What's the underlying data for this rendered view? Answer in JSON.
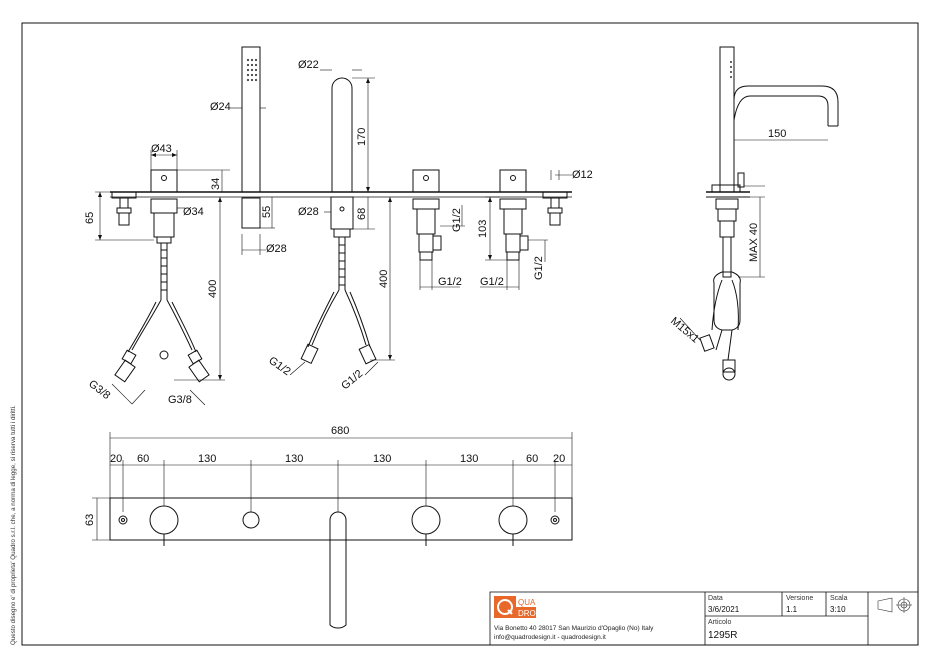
{
  "side_note": "Questo disegno e' di proprieta' Quadro s.r.l. che, a norma di legge, si riserva tutti i diritti.",
  "dimensions": {
    "d43": "Ø43",
    "d34": "Ø34",
    "h65": "65",
    "h34": "34",
    "h400a": "400",
    "g38a": "G3/8",
    "g38b": "G3/8",
    "d24": "Ø24",
    "h55": "55",
    "d28a": "Ø28",
    "d22": "Ø22",
    "h170": "170",
    "d28b": "Ø28",
    "h68": "68",
    "h400b": "400",
    "g12a": "G1/2",
    "g12b": "G1/2",
    "g12c": "G1/2",
    "g12d": "G1/2",
    "h103": "103",
    "g12e": "G1/2",
    "g12f": "G1/2",
    "d12": "Ø12",
    "w150": "150",
    "max40": "MAX 40",
    "m15": "M15x1",
    "total680": "680",
    "bottom": [
      "20",
      "60",
      "130",
      "130",
      "130",
      "130",
      "60",
      "20"
    ],
    "h63": "63"
  },
  "title_block": {
    "logo_line1": "QUA",
    "logo_line2": "DRO",
    "address": "Via Bonetto 40  28017 San Maurizio d'Opaglio (No) Italy",
    "contact": "info@quadrodesign.it  -  quadrodesign.it",
    "data_label": "Data",
    "data_value": "3/6/2021",
    "versione_label": "Versione",
    "versione_value": "1.1",
    "scala_label": "Scala",
    "scala_value": "3:10",
    "articolo_label": "Articolo",
    "articolo_value": "1295R"
  },
  "colors": {
    "line": "#111111",
    "logo": "#e8682a"
  }
}
